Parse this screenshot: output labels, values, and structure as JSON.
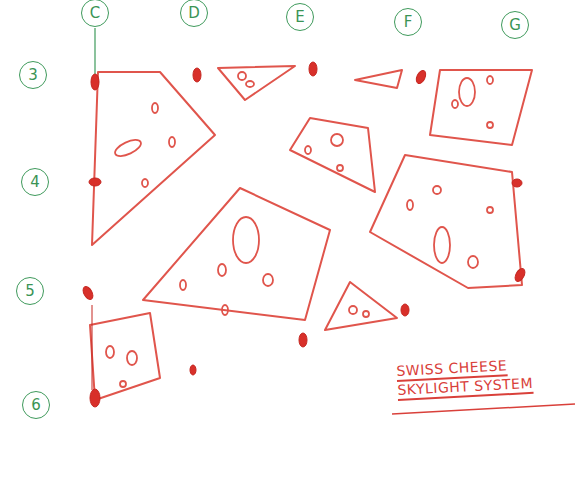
{
  "diagram": {
    "title": "SWISS CHEESE SKYLIGHT SYSTEM",
    "nodes": [
      {
        "text": [
          "C"
        ]
      },
      {
        "text": [
          "D"
        ]
      },
      {
        "text": [
          "E"
        ]
      },
      {
        "text": [
          "F"
        ]
      },
      {
        "text": [
          "G"
        ]
      },
      {
        "text": [
          "3"
        ]
      },
      {
        "text": [
          "4"
        ]
      },
      {
        "text": [
          "5"
        ]
      },
      {
        "text": [
          "6"
        ]
      }
    ],
    "edges": []
  }
}
